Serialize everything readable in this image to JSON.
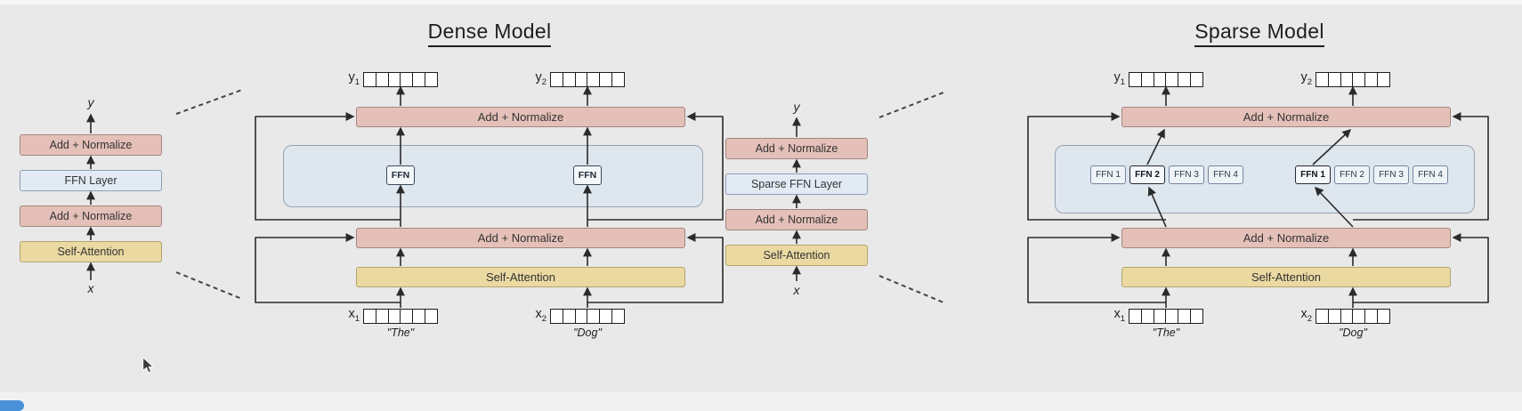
{
  "layout": {
    "token_grid_cells": 6
  },
  "palette": {
    "bg": "#e9e9e9",
    "top-strip": "#f6f6f6",
    "bottom-strip": "#f1f1f1",
    "player-blue": "#4a90d9",
    "pink-fill": "#e4c0b8",
    "pink-border": "#a3867f",
    "blue-fill": "#e2ebf4",
    "blue-border": "#8ba0b6",
    "yellow-fill": "#ebd9a2",
    "yellow-border": "#b3a36e",
    "panel-fill": "#dee6ee",
    "panel-border": "#97a3b1",
    "chip-fill": "#eef3f8",
    "chip-border": "#7488a0",
    "chip-selected-border": "#222a35",
    "grid-border": "#1d1d1d",
    "grid-fill": "#ffffff",
    "line": "#2b2b2b",
    "text": "#262626"
  },
  "dense": {
    "title": "Dense Model",
    "mini": {
      "output_label": "y",
      "input_label": "x",
      "layers": [
        {
          "label": "Add + Normalize",
          "type": "pink"
        },
        {
          "label": "FFN Layer",
          "type": "blue"
        },
        {
          "label": "Add + Normalize",
          "type": "pink"
        },
        {
          "label": "Self-Attention",
          "type": "yellow"
        }
      ]
    },
    "expanded": {
      "add_normalize_top": "Add + Normalize",
      "add_normalize_mid": "Add + Normalize",
      "self_attention": "Self-Attention",
      "ffn_label": "FFN",
      "outputs": [
        {
          "base": "y",
          "sub": "1"
        },
        {
          "base": "y",
          "sub": "2"
        }
      ],
      "inputs": [
        {
          "base": "x",
          "sub": "1"
        },
        {
          "base": "x",
          "sub": "2"
        }
      ],
      "tokens": [
        "\"The\"",
        "\"Dog\""
      ]
    }
  },
  "sparse": {
    "title": "Sparse Model",
    "mini": {
      "output_label": "y",
      "input_label": "x",
      "layers": [
        {
          "label": "Add + Normalize",
          "type": "pink"
        },
        {
          "label": "Sparse FFN Layer",
          "type": "blue"
        },
        {
          "label": "Add + Normalize",
          "type": "pink"
        },
        {
          "label": "Self-Attention",
          "type": "yellow"
        }
      ]
    },
    "expanded": {
      "add_normalize_top": "Add + Normalize",
      "add_normalize_mid": "Add + Normalize",
      "self_attention": "Self-Attention",
      "outputs": [
        {
          "base": "y",
          "sub": "1"
        },
        {
          "base": "y",
          "sub": "2"
        }
      ],
      "inputs": [
        {
          "base": "x",
          "sub": "1"
        },
        {
          "base": "x",
          "sub": "2"
        }
      ],
      "tokens": [
        "\"The\"",
        "\"Dog\""
      ],
      "expert_groups": [
        {
          "experts": [
            {
              "label": "FFN 1",
              "selected": false
            },
            {
              "label": "FFN 2",
              "selected": true
            },
            {
              "label": "FFN 3",
              "selected": false
            },
            {
              "label": "FFN 4",
              "selected": false
            }
          ]
        },
        {
          "experts": [
            {
              "label": "FFN 1",
              "selected": true
            },
            {
              "label": "FFN 2",
              "selected": false
            },
            {
              "label": "FFN 3",
              "selected": false
            },
            {
              "label": "FFN 4",
              "selected": false
            }
          ]
        }
      ]
    }
  }
}
